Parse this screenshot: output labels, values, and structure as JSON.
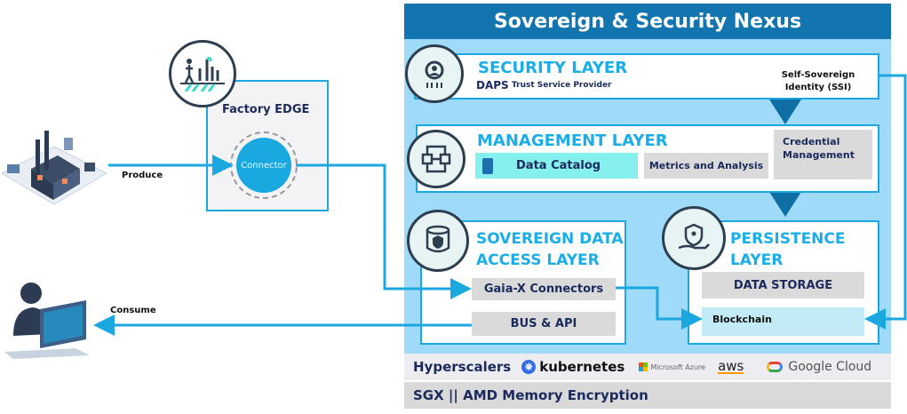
{
  "nexus_title": "Sovereign & Security Nexus",
  "security": {
    "title": "SECURITY LAYER",
    "daps": "DAPS",
    "tsp": "Trust Service Provider",
    "ssi": "Self-Sovereign Identity (SSI)"
  },
  "management": {
    "title": "MANAGEMENT LAYER",
    "catalog": "Data Catalog",
    "metrics": "Metrics and Analysis",
    "credential": "Credential Management"
  },
  "sovereign": {
    "title_line1": "SOVEREIGN DATA",
    "title_line2": "ACCESS LAYER",
    "gaia": "Gaia-X Connectors",
    "bus": "BUS & API"
  },
  "persistence": {
    "title_line1": "PERSISTENCE",
    "title_line2": "LAYER",
    "storage": "DATA STORAGE",
    "blockchain": "Blockchain"
  },
  "hyperscalers": {
    "label": "Hyperscalers",
    "kubernetes": "kubernetes",
    "azure": "Microsoft Azure",
    "aws": "aws",
    "google": "Google Cloud"
  },
  "sgx": "SGX || AMD Memory Encryption",
  "factory": {
    "title": "Factory EDGE",
    "connector": "Connector"
  },
  "flows": {
    "produce": "Produce",
    "consume": "Consume"
  },
  "colors": {
    "accent": "#1ba7e0",
    "title_bg": "#1275b0",
    "panel": "#9fdaf8"
  }
}
